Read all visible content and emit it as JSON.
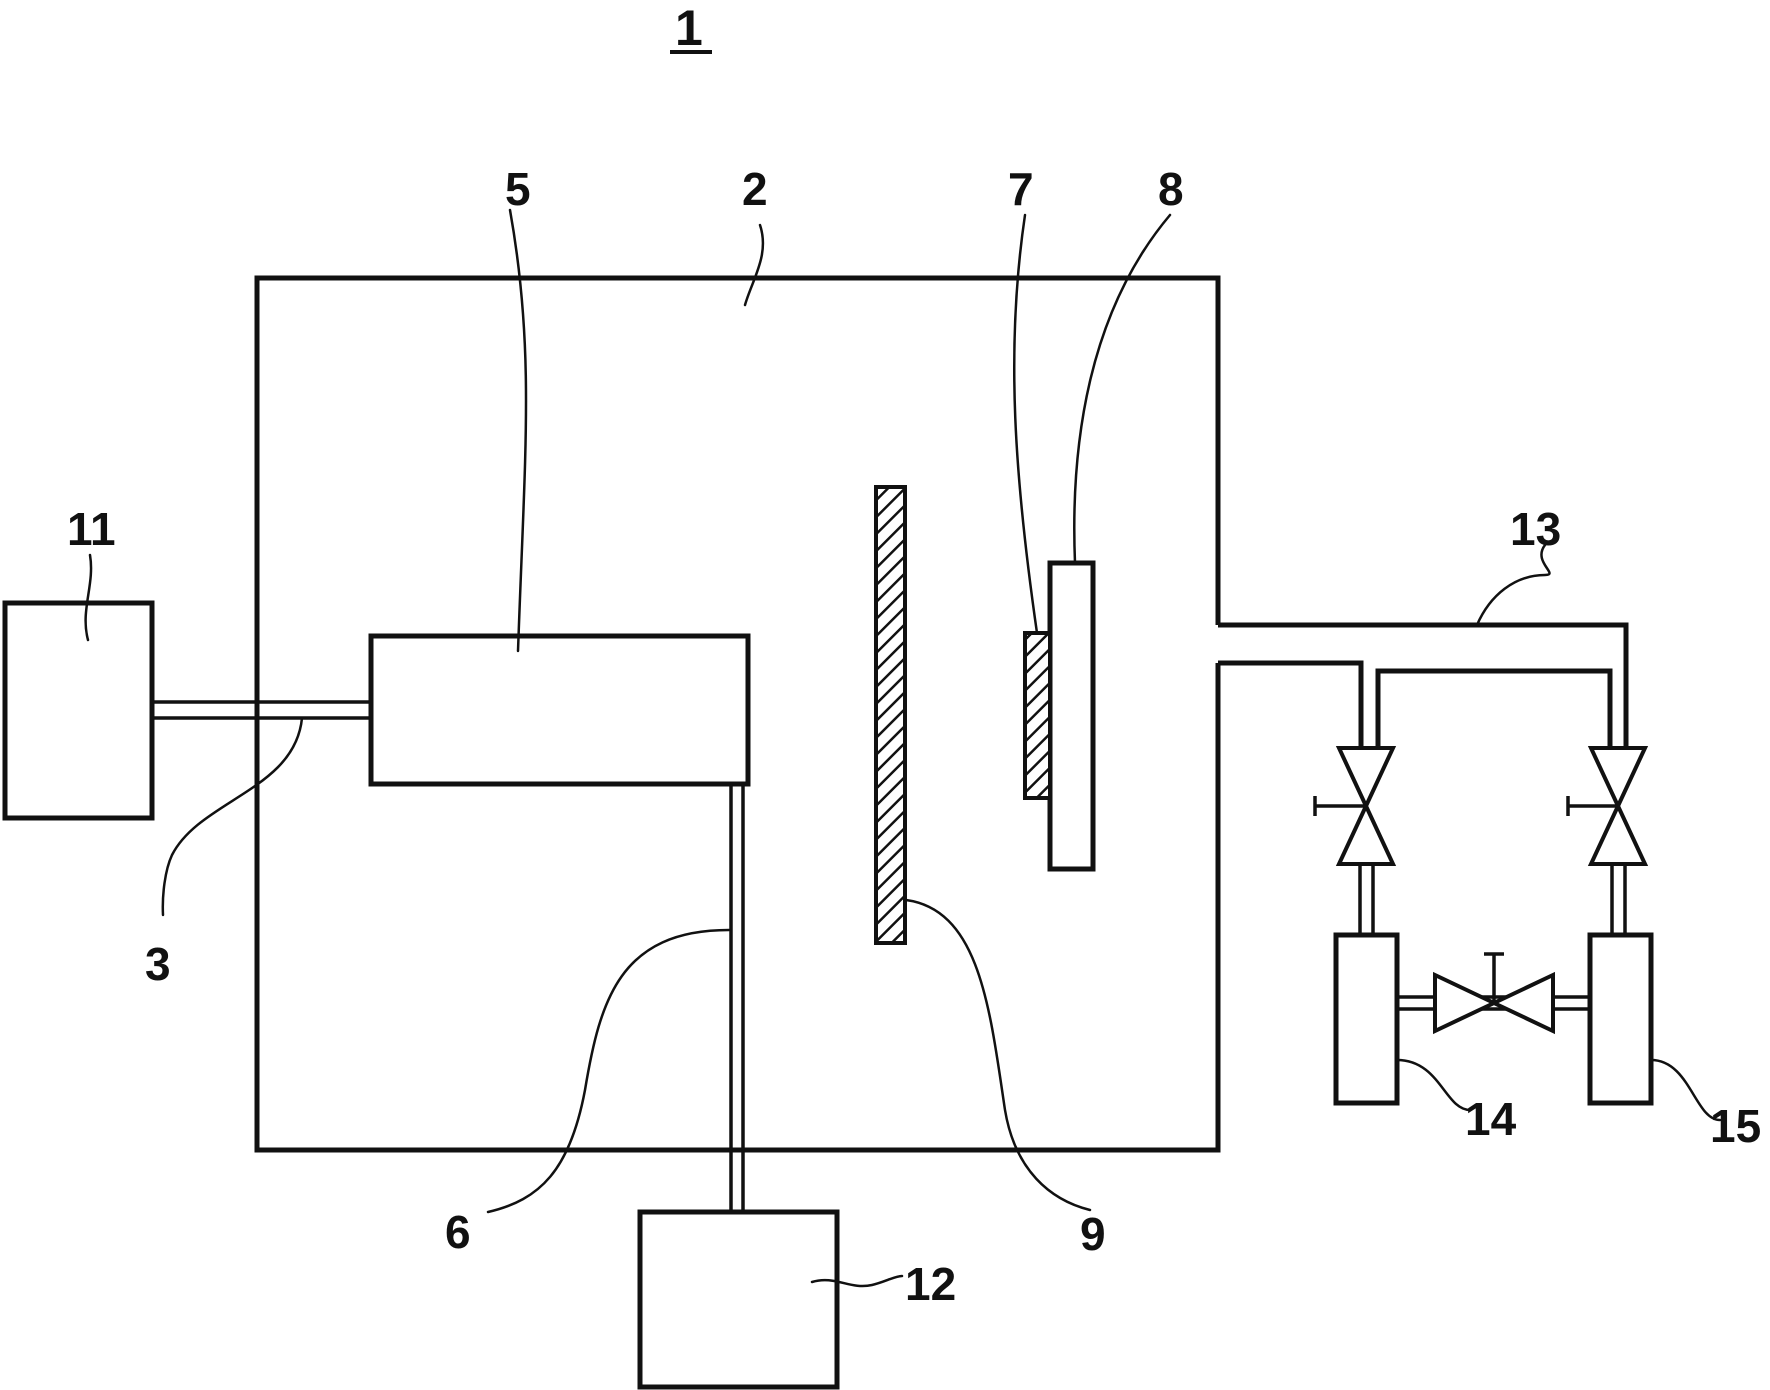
{
  "figure": {
    "title": "1",
    "labels": {
      "chamber": "2",
      "pipe_3": "3",
      "block_5": "5",
      "pipe_6": "6",
      "part_7": "7",
      "block_8": "8",
      "plate_9": "9",
      "box_11": "11",
      "box_12": "12",
      "line_13": "13",
      "tank_14": "14",
      "tank_15": "15"
    }
  },
  "colors": {
    "ink": "#111111",
    "paper": "#ffffff"
  }
}
